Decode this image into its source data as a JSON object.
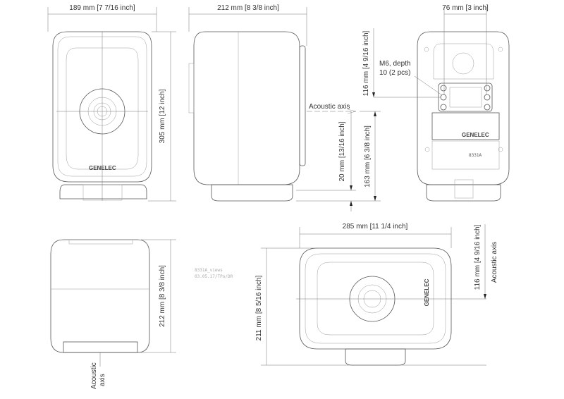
{
  "drawing": {
    "brand": "GENELEC",
    "model": "8331A",
    "file_note": "8331A_views",
    "date_note": "03.05.17/TPo/DR"
  },
  "front_view": {
    "width_dim": "189 mm [7 7/16 inch]",
    "height_dim": "305 mm [12 inch]"
  },
  "side_view": {
    "depth_dim": "212 mm [8 3/8 inch]",
    "acoustic_axis": "Acoustic axis",
    "axis_to_foot_dim": "20 mm [13/16 inch]",
    "axis_to_bottom_dim": "163 mm [6 3/8 inch]"
  },
  "back_view": {
    "hole_spacing_dim": "76 mm [3 inch]",
    "hole_height_dim": "116 mm [4 9/16 inch]",
    "thread_note_line1": "M6, depth",
    "thread_note_line2": "10 (2 pcs)"
  },
  "top_view": {
    "depth_dim": "212 mm [8 3/8 inch]",
    "acoustic_axis_line1": "Acoustic",
    "acoustic_axis_line2": "axis"
  },
  "horizontal_view": {
    "width_dim": "285 mm [11 1/4 inch]",
    "height_dim": "211 mm [8 5/16 inch]",
    "axis_height_dim": "116 mm [4 9/16 inch]",
    "acoustic_axis": "Acoustic axis"
  }
}
